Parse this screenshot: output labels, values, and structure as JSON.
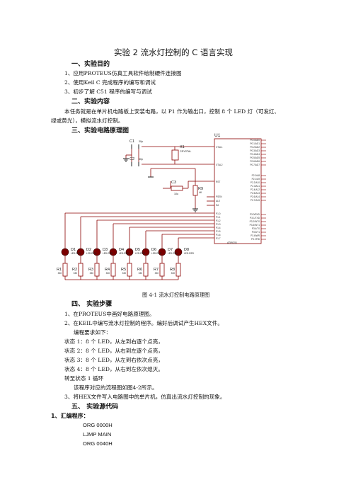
{
  "title": "实验 2  流水灯控制的 C 语言实现",
  "sections": {
    "s1_heading": "一、实验目的",
    "s1_items": [
      "1、应用PROTEUS仿真工具软件绘制硬件连接图",
      "2、使用Keil C 完成程序的编写和调试",
      "3、初步了解 C51 程序的编写与调试"
    ],
    "s2_heading": "二、实验内容",
    "s2_para_line1": "本任务就是在单片机电路板上安装电路，以 P1 作为输出口，控制 8 个 LED 灯（可发红、",
    "s2_para_line2": "绿或黄光），模拟流水灯控制。",
    "s3_heading": "三、实验电路原理图",
    "figure_caption": "图 4-1  流水灯控制电路原理图",
    "s4_heading": "四、    实验步骤",
    "s4_items": [
      "1、在PROTEUS中画好电路原理图。",
      "2、在KEIL中编写流水灯控制的程序。编好后调试产生HEX文件。",
      "编程要求如下：",
      "状态 1：8 个 LED，从左到右逐个点亮，",
      "状态 2：8 个 LED，从右到左逐个点亮，",
      "状态 3：8 个 LED，从左到右依次点亮，",
      "状态 4：8 个 LED，从右到左依次熄灭。",
      "转至状态 1 循环",
      "该程序对应的流程图如图4-2所示。",
      "3、将HEX文件写入电路图中的单片机，仿真出流水灯控制的现象。"
    ],
    "s5_heading": "五、    实验源代码",
    "asm_heading": "1、汇编程序：",
    "asm_lines": [
      "ORG 0000H",
      "LJMP MAIN",
      "ORG 0040H"
    ]
  },
  "schematic": {
    "u1_label": "U1",
    "c1_label": "C1",
    "c1_value": "30p",
    "c2_label": "C2",
    "c2_value": "30p",
    "c3_label": "C3",
    "c3_value": "10u",
    "x1_label": "X1",
    "x1_value": "CRYSTAL",
    "r9_label": "R9",
    "r9_value": "4K",
    "pins_left": [
      "XTAL1",
      "XTAL2",
      "RST",
      "PSEN",
      "ALE",
      "EA",
      "P1.0",
      "P1.1",
      "P1.2",
      "P1.3",
      "P1.4",
      "P1.5",
      "P1.6",
      "P1.7"
    ],
    "pins_right": [
      "P0.0/AD0",
      "P0.1/AD1",
      "P0.2/AD2",
      "P0.3/AD3",
      "P0.4/AD4",
      "P0.5/AD5",
      "P0.6/AD6",
      "P0.7/AD7",
      "P2.0/A8",
      "P2.1/A9",
      "P2.2/A10",
      "P2.3/A11",
      "P2.4/A12",
      "P2.5/A13",
      "P2.6/A14",
      "P2.7/A15",
      "P3.0/RXD",
      "P3.1/TXD",
      "P3.2/INT0",
      "P3.3/INT1",
      "P3.4/T0",
      "P3.5/T1",
      "P3.6/WR",
      "P3.7/RD"
    ],
    "chip_bottom": "AT89C51",
    "leds": [
      {
        "label": "D1",
        "value": "LED-RED"
      },
      {
        "label": "D2",
        "value": "LED-RED"
      },
      {
        "label": "D3",
        "value": "LED-RED"
      },
      {
        "label": "D4",
        "value": "LED-RED"
      },
      {
        "label": "D5",
        "value": "LED-RED"
      },
      {
        "label": "D6",
        "value": "LED-RED"
      },
      {
        "label": "D7",
        "value": "LED-RED"
      },
      {
        "label": "D8",
        "value": "LED-RED"
      }
    ],
    "resistors": [
      {
        "label": "R1",
        "value": "330"
      },
      {
        "label": "R2",
        "value": "330"
      },
      {
        "label": "R3",
        "value": "330"
      },
      {
        "label": "R4",
        "value": "330"
      },
      {
        "label": "R5",
        "value": "330"
      },
      {
        "label": "R6",
        "value": "330"
      },
      {
        "label": "R7",
        "value": "330"
      },
      {
        "label": "R8",
        "value": "330"
      }
    ],
    "colors": {
      "wire": "#8b0000",
      "led_fill": "#8b0000",
      "chip_outline": "#8b0000"
    }
  }
}
